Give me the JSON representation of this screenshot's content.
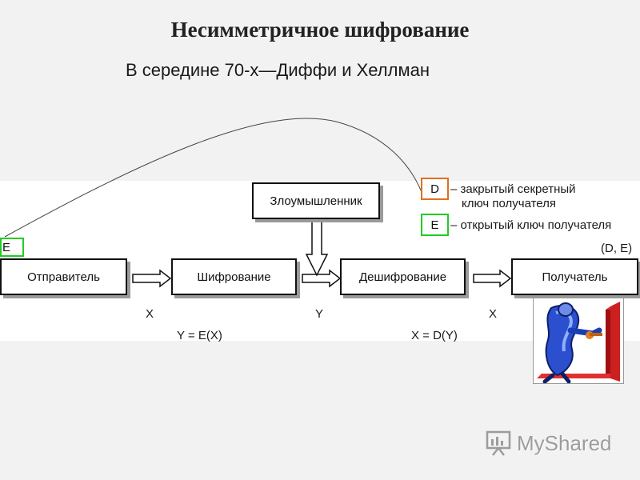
{
  "title": "Несимметричное шифрование",
  "subtitle": "В середине 70-х—Диффи и Хеллман",
  "diagram": {
    "boxes": {
      "sender": "Отправитель",
      "encryption": "Шифрование",
      "decryption": "Дешифрование",
      "receiver": "Получатель",
      "attacker": "Злоумышленник"
    },
    "keys": {
      "private_letter": "D",
      "private_desc_line1": "– закрытый секретный",
      "private_desc_line2": "ключ получателя",
      "public_letter": "E",
      "public_desc": "– открытый ключ получателя",
      "sender_key": "E",
      "receiver_keys": "(D, E)"
    },
    "labels": {
      "x1": "X",
      "y": "Y",
      "x2": "X",
      "formula_encrypt": "Y = E(X)",
      "formula_decrypt": "X = D(Y)"
    },
    "colors": {
      "private_key_border": "#e07020",
      "public_key_border": "#22cc22"
    }
  },
  "watermark": {
    "text": "MyShared"
  }
}
